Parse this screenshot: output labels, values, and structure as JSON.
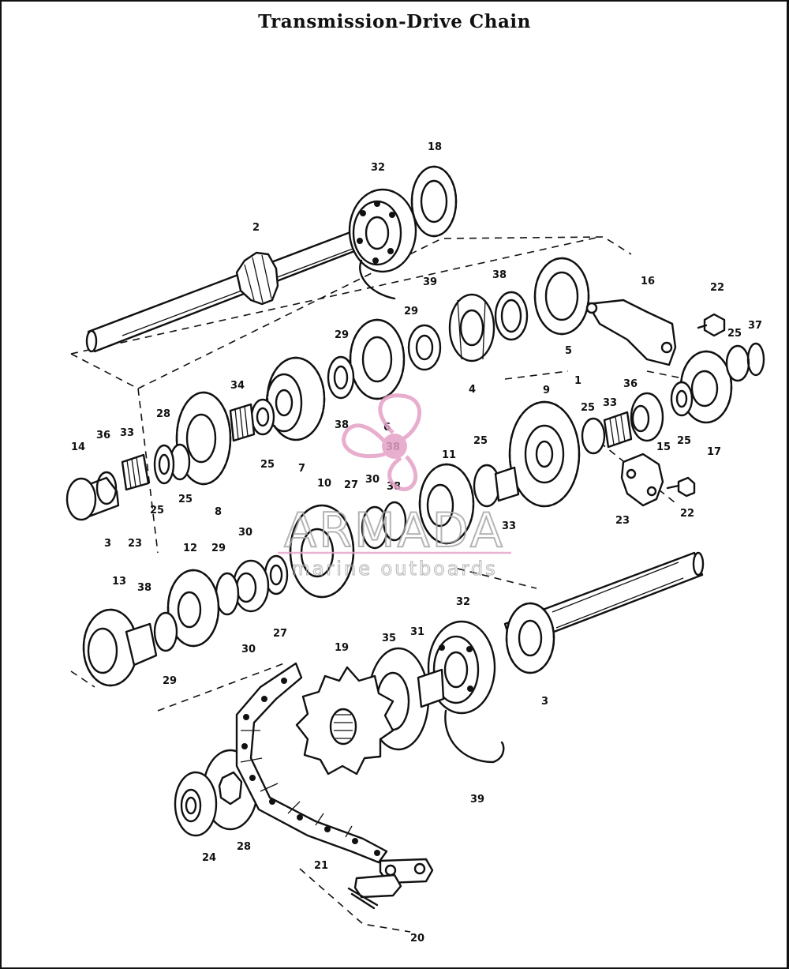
{
  "title": "Transmission-Drive Chain",
  "watermark": {
    "brand": "ARMADA",
    "tagline": "marine outboards",
    "colors": {
      "brand_text": "#a8a8a8",
      "accent": "#e5a5c8",
      "logo": "#e4a0c6"
    }
  },
  "labels": [
    "18",
    "32",
    "2",
    "39",
    "29",
    "38",
    "16",
    "22",
    "25",
    "37",
    "29",
    "38",
    "6",
    "5",
    "4",
    "1",
    "9",
    "25",
    "36",
    "33",
    "17",
    "25",
    "34",
    "28",
    "36",
    "33",
    "14",
    "25",
    "25",
    "8",
    "7",
    "25",
    "38",
    "27",
    "30",
    "38",
    "11",
    "25",
    "15",
    "22",
    "23",
    "33",
    "3",
    "23",
    "12",
    "29",
    "30",
    "13",
    "38",
    "29",
    "30",
    "27",
    "10",
    "19",
    "35",
    "31",
    "32",
    "3",
    "39",
    "24",
    "28",
    "21",
    "20"
  ]
}
